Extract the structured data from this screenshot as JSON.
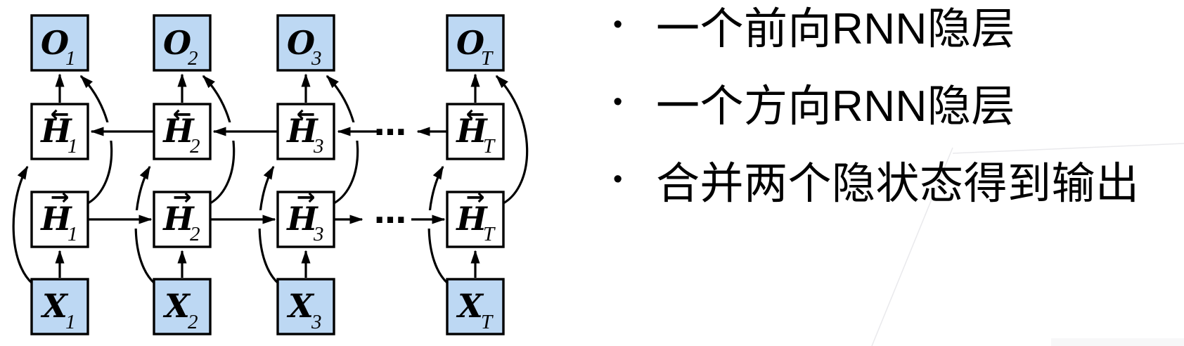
{
  "diagram": {
    "node_labels": {
      "output": "O",
      "hidden": "H",
      "input": "X"
    },
    "columns": [
      {
        "sub": "1"
      },
      {
        "sub": "2"
      },
      {
        "sub": "3"
      },
      {
        "sub": "T"
      }
    ],
    "vector_arrows": {
      "backward": "←",
      "forward": "→"
    },
    "ellipsis": "…",
    "colors": {
      "io_node_fill": "#BDD8F3",
      "hidden_node_fill": "#FFFFFF",
      "line": "#000000"
    }
  },
  "bullets": {
    "items": [
      {
        "marker": "•",
        "text": "一个前向RNN隐层"
      },
      {
        "marker": "•",
        "text": "一个方向RNN隐层"
      },
      {
        "marker": "•",
        "text": "合并两个隐状态得到输出"
      }
    ]
  }
}
